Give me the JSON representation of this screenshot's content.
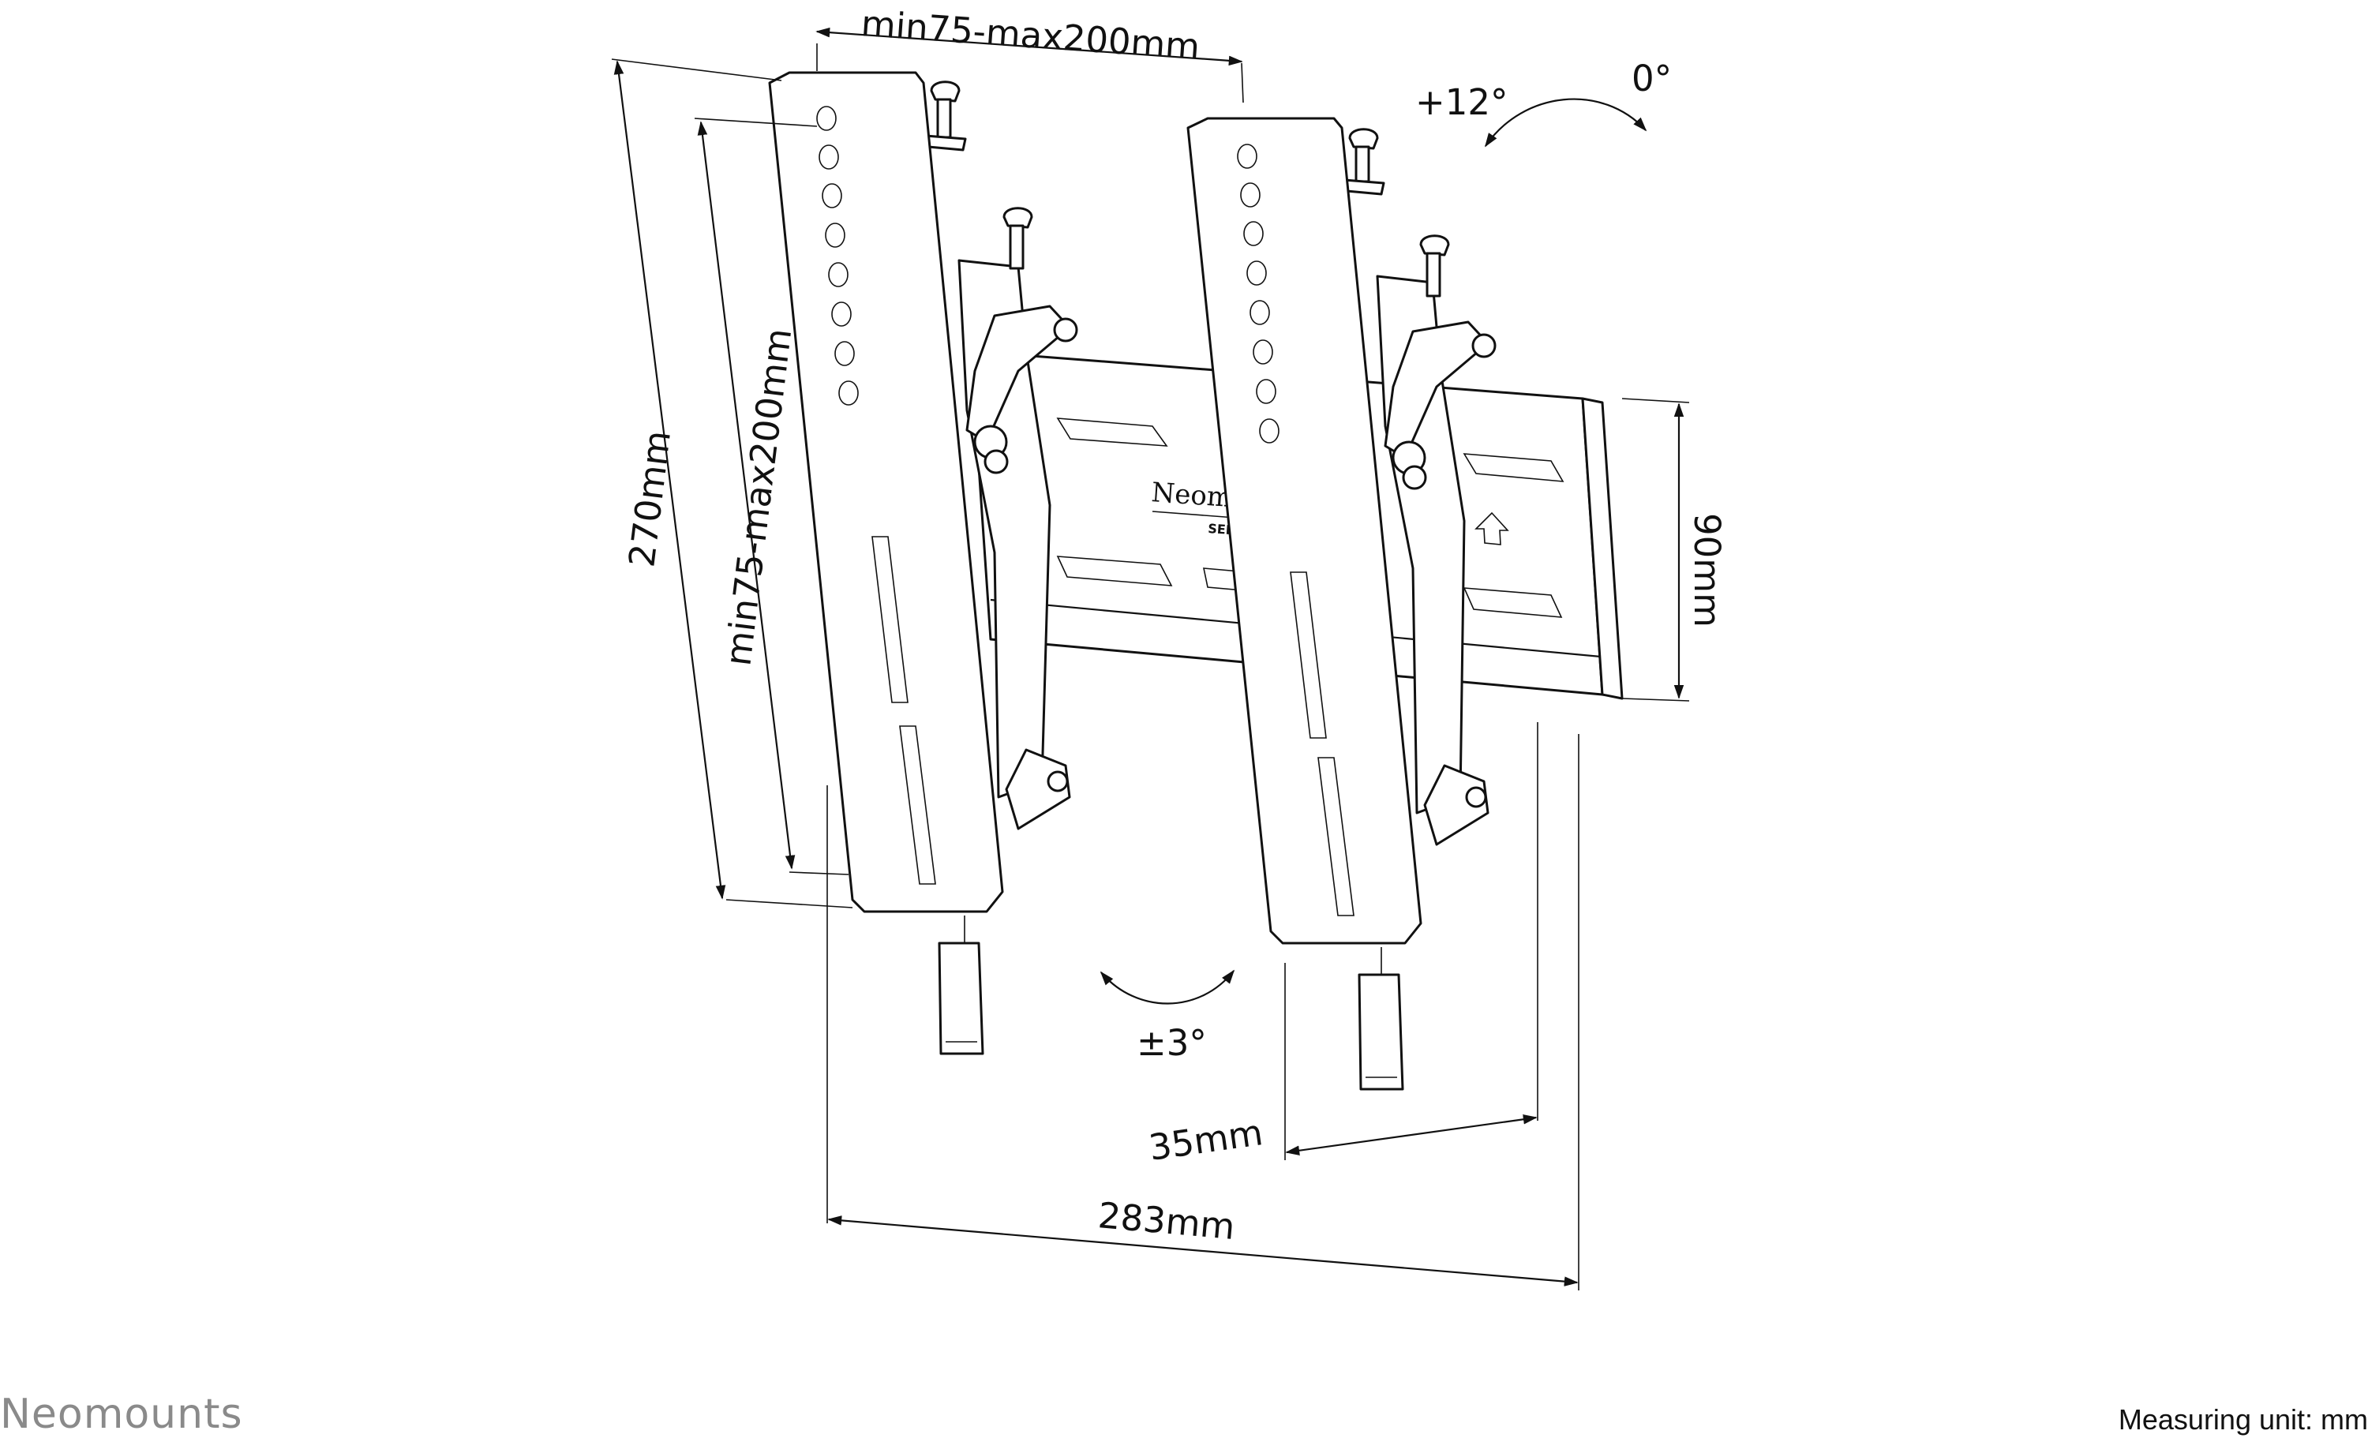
{
  "dimensions": {
    "vesa_width": "min75-max200mm",
    "vesa_height": "min75-max200mm",
    "overall_height": "270mm",
    "rail_height": "90mm",
    "wall_distance": "35mm",
    "overall_width": "283mm",
    "tilt_max": "+12°",
    "tilt_min": "0°",
    "rotation": "±3°"
  },
  "rail": {
    "logo_text": "Neom",
    "sub_text": "SELE"
  },
  "footer": {
    "brand": "Neomounts",
    "unit_label": "Measuring unit: mm"
  }
}
